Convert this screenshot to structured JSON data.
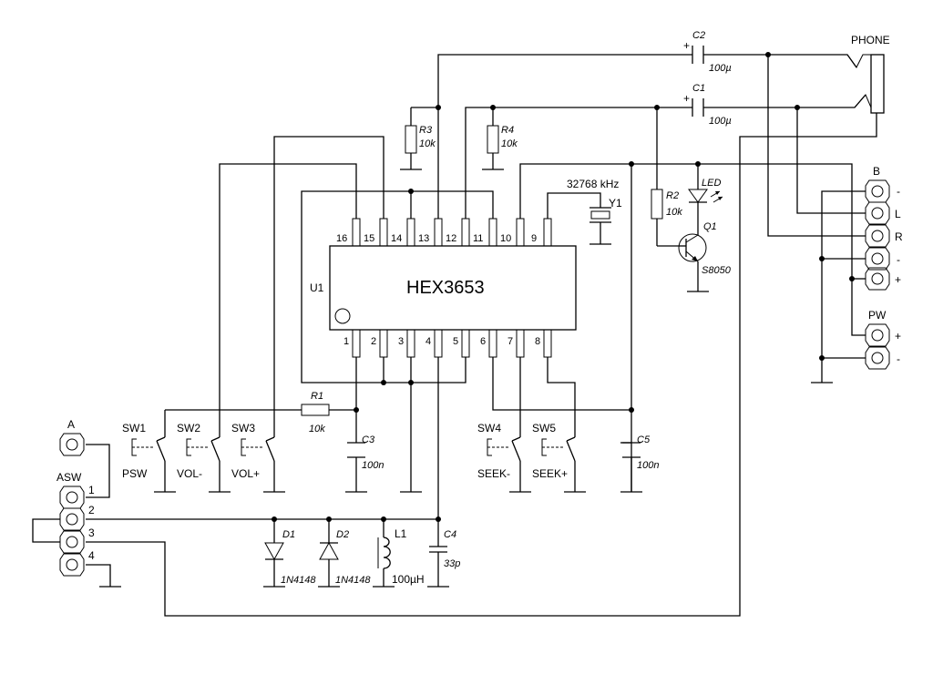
{
  "ic": {
    "ref": "U1",
    "part": "HEX3653",
    "pins_top": [
      "16",
      "15",
      "14",
      "13",
      "12",
      "11",
      "10",
      "9"
    ],
    "pins_bottom": [
      "1",
      "2",
      "3",
      "4",
      "5",
      "6",
      "7",
      "8"
    ]
  },
  "r3": {
    "ref": "R3",
    "value": "10k"
  },
  "r4": {
    "ref": "R4",
    "value": "10k"
  },
  "r1": {
    "ref": "R1",
    "value": "10k"
  },
  "r2": {
    "ref": "R2",
    "value": "10k"
  },
  "c1": {
    "ref": "C1",
    "value": "100µ",
    "polarity": "+"
  },
  "c2": {
    "ref": "C2",
    "value": "100µ",
    "polarity": "+"
  },
  "c3": {
    "ref": "C3",
    "value": "100n"
  },
  "c4": {
    "ref": "C4",
    "value": "33p"
  },
  "c5": {
    "ref": "C5",
    "value": "100n"
  },
  "y1": {
    "ref": "Y1",
    "value": "32768 kHz"
  },
  "q1": {
    "ref": "Q1",
    "value": "S8050"
  },
  "led": {
    "ref": "LED"
  },
  "d1": {
    "ref": "D1",
    "value": "1N4148"
  },
  "d2": {
    "ref": "D2",
    "value": "1N4148"
  },
  "l1": {
    "ref": "L1",
    "value": "100µH"
  },
  "phone": {
    "label": "PHONE"
  },
  "conn_b": {
    "label": "B",
    "pins": [
      "-",
      "L",
      "R",
      "-",
      "+"
    ]
  },
  "conn_pw": {
    "label": "PW",
    "pins": [
      "+",
      "-"
    ]
  },
  "conn_a": {
    "label": "A"
  },
  "conn_asw": {
    "label": "ASW",
    "pins": [
      "1",
      "2",
      "3",
      "4"
    ]
  },
  "switches": [
    {
      "ref": "SW1",
      "name": "PSW"
    },
    {
      "ref": "SW2",
      "name": "VOL-"
    },
    {
      "ref": "SW3",
      "name": "VOL+"
    },
    {
      "ref": "SW4",
      "name": "SEEK-"
    },
    {
      "ref": "SW5",
      "name": "SEEK+"
    }
  ]
}
